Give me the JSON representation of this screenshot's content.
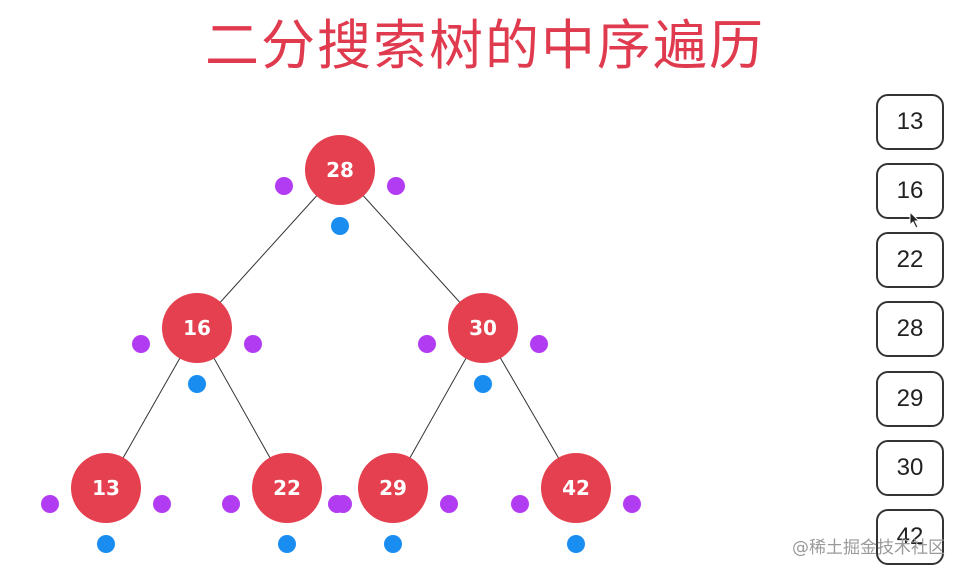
{
  "title": "二分搜索树的中序遍历",
  "tree": {
    "nodes": [
      {
        "id": "n28",
        "value": "28"
      },
      {
        "id": "n16",
        "value": "16"
      },
      {
        "id": "n30",
        "value": "30"
      },
      {
        "id": "n13",
        "value": "13"
      },
      {
        "id": "n22",
        "value": "22"
      },
      {
        "id": "n29",
        "value": "29"
      },
      {
        "id": "n42",
        "value": "42"
      }
    ],
    "edges": [
      [
        "n28",
        "n16"
      ],
      [
        "n28",
        "n30"
      ],
      [
        "n16",
        "n13"
      ],
      [
        "n16",
        "n22"
      ],
      [
        "n30",
        "n29"
      ],
      [
        "n30",
        "n42"
      ]
    ]
  },
  "result": [
    "13",
    "16",
    "22",
    "28",
    "29",
    "30",
    "42"
  ],
  "watermark": "@稀土掘金技术社区",
  "colors": {
    "title": "#e03a4f",
    "node_fill": "#e5404f",
    "marker_side": "#b23cf2",
    "marker_bottom": "#1a8ef0",
    "edge": "#333333",
    "box_border": "#333333"
  }
}
